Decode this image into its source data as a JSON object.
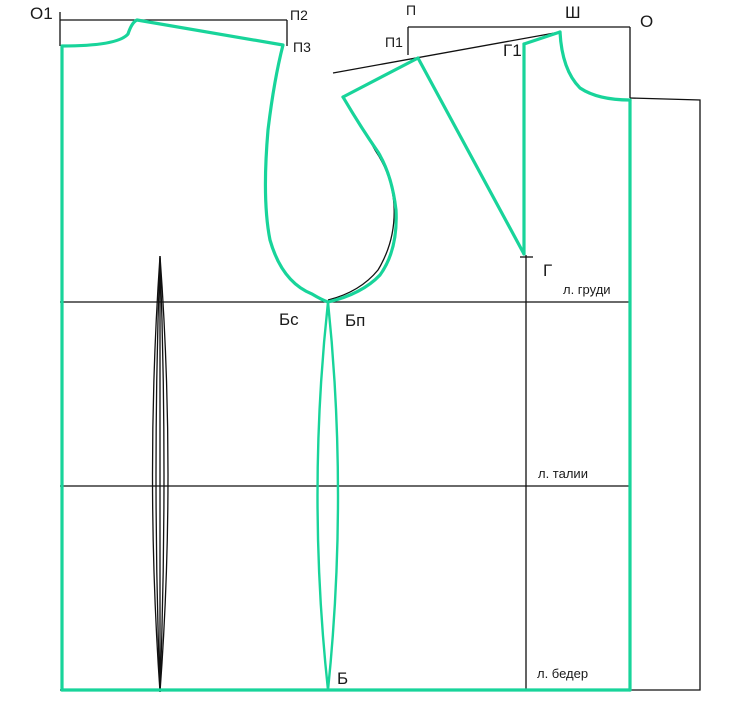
{
  "pattern": {
    "points": {
      "o1": "О1",
      "p2": "П2",
      "p3": "П3",
      "p": "П",
      "p1": "П1",
      "sh": "Ш",
      "o": "О",
      "g1": "Г1",
      "g": "Г",
      "bs": "Бс",
      "bp": "Бп",
      "b": "Б"
    },
    "lines": {
      "chest": "л. груди",
      "waist": "л. талии",
      "hips": "л. бедер"
    },
    "colors": {
      "contour": "#18d49a",
      "construction": "#111111"
    }
  }
}
